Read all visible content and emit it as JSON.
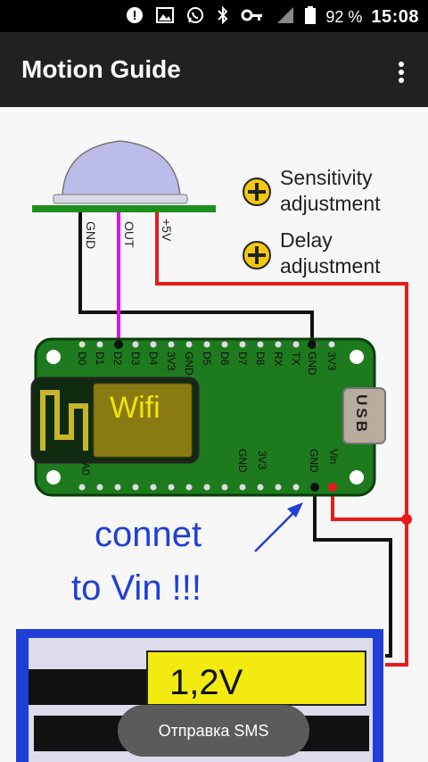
{
  "status_bar": {
    "battery_percent": "92 %",
    "time": "15:08",
    "icons": [
      "message-alert-icon",
      "image-icon",
      "whatsapp-icon",
      "bluetooth-icon",
      "key-icon",
      "signal-icon",
      "battery-icon"
    ]
  },
  "app_bar": {
    "title": "Motion Guide",
    "menu_icon": "more-vert-icon"
  },
  "diagram": {
    "sensor_pins": [
      "GND",
      "OUT",
      "+5V"
    ],
    "adjustments": [
      "Sensitivity",
      "adjustment",
      "Delay",
      "adjustment"
    ],
    "board_top_pins": [
      "D0",
      "D1",
      "D2",
      "D3",
      "D4",
      "3V3",
      "GND",
      "D5",
      "D6",
      "D7",
      "D8",
      "RX",
      "TX",
      "GND",
      "3V3"
    ],
    "board_bottom_pins": [
      "A0",
      "GND",
      "3V3",
      "GND",
      "Vin"
    ],
    "wifi_label": "Wifi",
    "usb_label": "USB",
    "note_line1": "connet",
    "note_line2": "to Vin !!!",
    "battery_voltage": "1,2V"
  },
  "toast": {
    "text": "Отправка SMS"
  }
}
